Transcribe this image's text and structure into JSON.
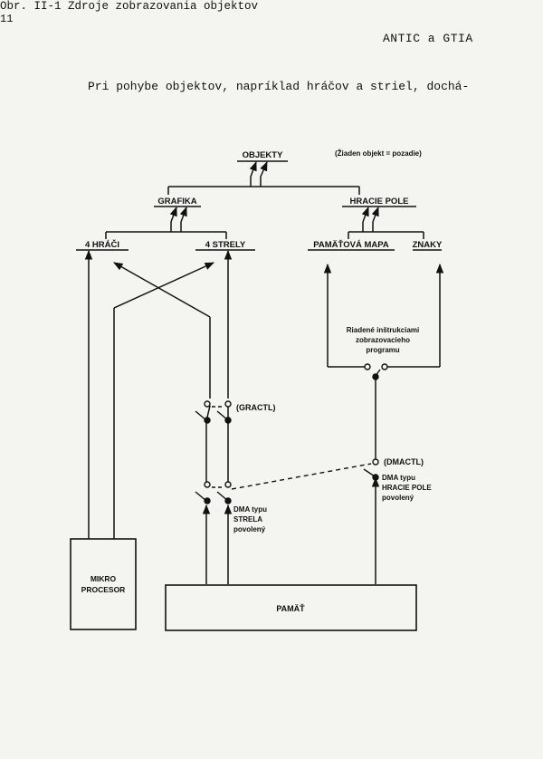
{
  "header": {
    "title": "ANTIC a GTIA"
  },
  "intro": {
    "text": "Pri pohybe objektov, napríklad hráčov a striel, dochá-"
  },
  "diagram": {
    "nodes": {
      "objekty": "OBJEKTY",
      "objekty_note": "(Žiaden objekt = pozadie)",
      "grafika": "GRAFIKA",
      "hracie_pole": "HRACIE POLE",
      "hraci": "4 HRÁČI",
      "strely": "4 STRELY",
      "pamatova_mapa": "PAMÄŤOVÁ MAPA",
      "znaky": "ZNAKY",
      "riadene_line1": "Riadené inštrukciami",
      "riadene_line2": "zobrazovacieho",
      "riadene_line3": "programu",
      "gractl": "(GRACTL)",
      "dmactl": "(DMACTL)",
      "dma_pole_line1": "DMA typu",
      "dma_pole_line2": "HRACIE POLE",
      "dma_pole_line3": "povolený",
      "dma_strela_line1": "DMA typu",
      "dma_strela_line2": "STRELA",
      "dma_strela_line3": "povolený",
      "mikro_line1": "MIKRO",
      "mikro_line2": "PROCESOR",
      "pamat": "PAMÄŤ"
    }
  },
  "caption": {
    "text": "Obr. II-1  Zdroje zobrazovania objektov"
  },
  "page": {
    "number": "11"
  }
}
